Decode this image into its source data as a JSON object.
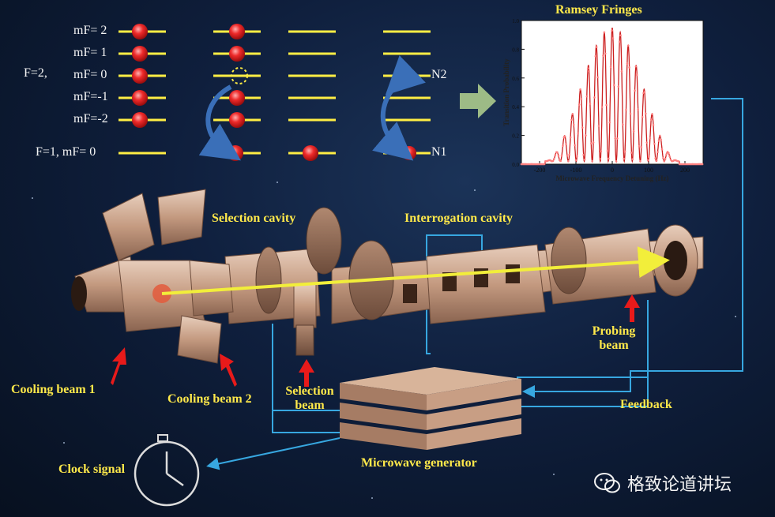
{
  "energy_levels": {
    "f2_label": "F=2,",
    "f1_label": "F=1,  mF= 0",
    "mf_labels": [
      "mF= 2",
      "mF= 1",
      "mF= 0",
      "mF=-1",
      "mF=-2"
    ],
    "n2_label": "N2",
    "n1_label": "N1"
  },
  "ramsey": {
    "chart_data": {
      "type": "line",
      "title": "Ramsey Fringes",
      "xlabel": "Microwave Frequency Detuning (Hz)",
      "ylabel": "Transition Probability",
      "xlim": [
        -250,
        250
      ],
      "ylim": [
        0,
        1.0
      ],
      "x_ticks": [
        -200,
        -100,
        0,
        100,
        200
      ],
      "y_ticks": [
        0.0,
        0.2,
        0.4,
        0.6,
        0.8,
        1.0
      ],
      "fringe_period_hz": 22,
      "envelope_halfwidth_hz": 185,
      "peak_probability": 0.93,
      "line_color": "#cc1f1f",
      "marker_color": "#ff8080"
    }
  },
  "labels": {
    "selection_cavity": "Selection cavity",
    "interrogation_cavity": "Interrogation cavity",
    "cooling_beam_1": "Cooling beam 1",
    "cooling_beam_2": "Cooling beam 2",
    "selection_beam": "Selection\nbeam",
    "probing_beam": "Probing\nbeam",
    "feedback": "Feedback",
    "microwave_generator": "Microwave generator",
    "clock_signal": "Clock signal"
  },
  "watermark": "格致论道讲坛",
  "colors": {
    "level_line": "#ffee44",
    "atom": "#e4222a",
    "arrow_blue": "#3a6fb8",
    "beam_red": "#e81a1a",
    "feedback_line": "#37a7e0",
    "copper": "#c9a187",
    "text_yellow": "#ffe94a"
  }
}
